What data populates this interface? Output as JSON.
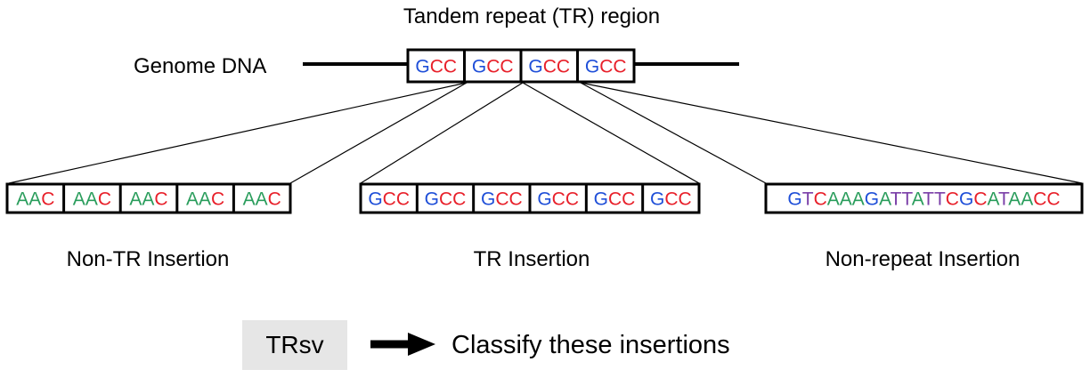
{
  "title": "Tandem repeat (TR) region",
  "genome_label": "Genome DNA",
  "colors": {
    "A": "#2a9d5c",
    "C": "#e8202a",
    "G": "#1f4fd8",
    "T": "#7a3fa8",
    "line": "#000000",
    "trsv_bg": "#e6e6e6"
  },
  "genome_units": [
    "GCC",
    "GCC",
    "GCC",
    "GCC"
  ],
  "insertions": [
    {
      "label": "Non-TR Insertion",
      "units": [
        "AAC",
        "AAC",
        "AAC",
        "AAC",
        "AAC"
      ]
    },
    {
      "label": "TR Insertion",
      "units": [
        "GCC",
        "GCC",
        "GCC",
        "GCC",
        "GCC",
        "GCC"
      ]
    },
    {
      "label": "Non-repeat Insertion",
      "units": [
        "GTCAAAGATTATTCGCATAACC"
      ]
    }
  ],
  "footer": {
    "tool": "TRsv",
    "action": "Classify these insertions",
    "arrow_icon": "right-arrow-icon"
  }
}
